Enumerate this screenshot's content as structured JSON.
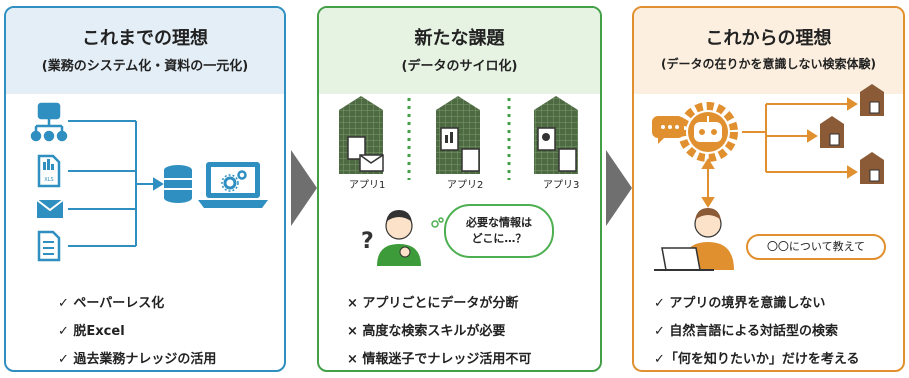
{
  "panels": {
    "past": {
      "title": "これまでの理想",
      "subtitle": "(業務のシステム化・資料の一元化)",
      "bullets": [
        "✓ ペーパーレス化",
        "✓ 脱Excel",
        "✓ 過去業務ナレッジの活用"
      ]
    },
    "issue": {
      "title": "新たな課題",
      "subtitle": "(データのサイロ化)",
      "silos": [
        "アプリ1",
        "アプリ2",
        "アプリ3"
      ],
      "bubble_line1": "必要な情報は",
      "bubble_line2": "どこに…？",
      "bullets": [
        "× アプリごとにデータが分断",
        "× 高度な検索スキルが必要",
        "× 情報迷子でナレッジ活用不可"
      ]
    },
    "future": {
      "title": "これからの理想",
      "subtitle": "(データの在りかを意識しない検索体験)",
      "bubble": "〇〇について教えて",
      "bullets": [
        "✓ アプリの境界を意識しない",
        "✓ 自然言語による対話型の検索",
        "✓「何を知りたいか」だけを考える"
      ]
    }
  },
  "colors": {
    "blue": "#2f8fc0",
    "green": "#43a047",
    "orange": "#e0902f",
    "silo": "#4e6a42"
  }
}
